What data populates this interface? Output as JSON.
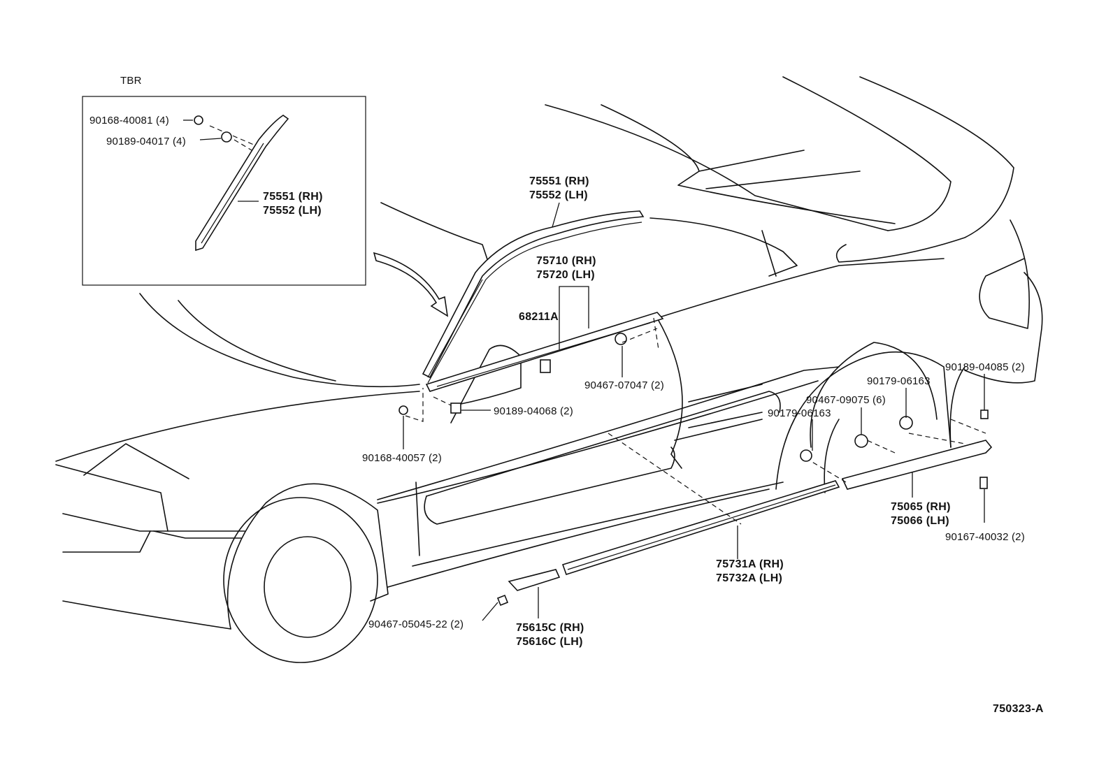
{
  "diagram": {
    "inset_title": "TBR",
    "figure_id": "750323-A",
    "labels": {
      "inset_clip_screw": "90168-40081 (4)",
      "inset_clip_nut": "90189-04017 (4)",
      "inset_molding_rh": "75551 (RH)",
      "inset_molding_lh": "75552 (LH)",
      "roof_molding_rh": "75551 (RH)",
      "roof_molding_lh": "75552 (LH)",
      "belt_molding_rh": "75710 (RH)",
      "belt_molding_lh": "75720 (LH)",
      "belt_clip": "68211A",
      "door_clip": "90467-07047 (2)",
      "front_nut": "90189-04068 (2)",
      "front_screw": "90168-40057 (2)",
      "rear_clip_upper": "90179-06163",
      "rear_clip_mid": "90467-09075 (6)",
      "rear_clip_lower": "90179-06163",
      "rear_nut": "90189-04085 (2)",
      "rear_molding_rh": "75065 (RH)",
      "rear_molding_lh": "75066 (LH)",
      "rear_screw": "90167-40032 (2)",
      "rocker_molding_rh": "75731A (RH)",
      "rocker_molding_lh": "75732A (LH)",
      "front_rocker_clip": "90467-05045-22 (2)",
      "front_rocker_rh": "75615C (RH)",
      "front_rocker_lh": "75616C (LH)"
    }
  }
}
